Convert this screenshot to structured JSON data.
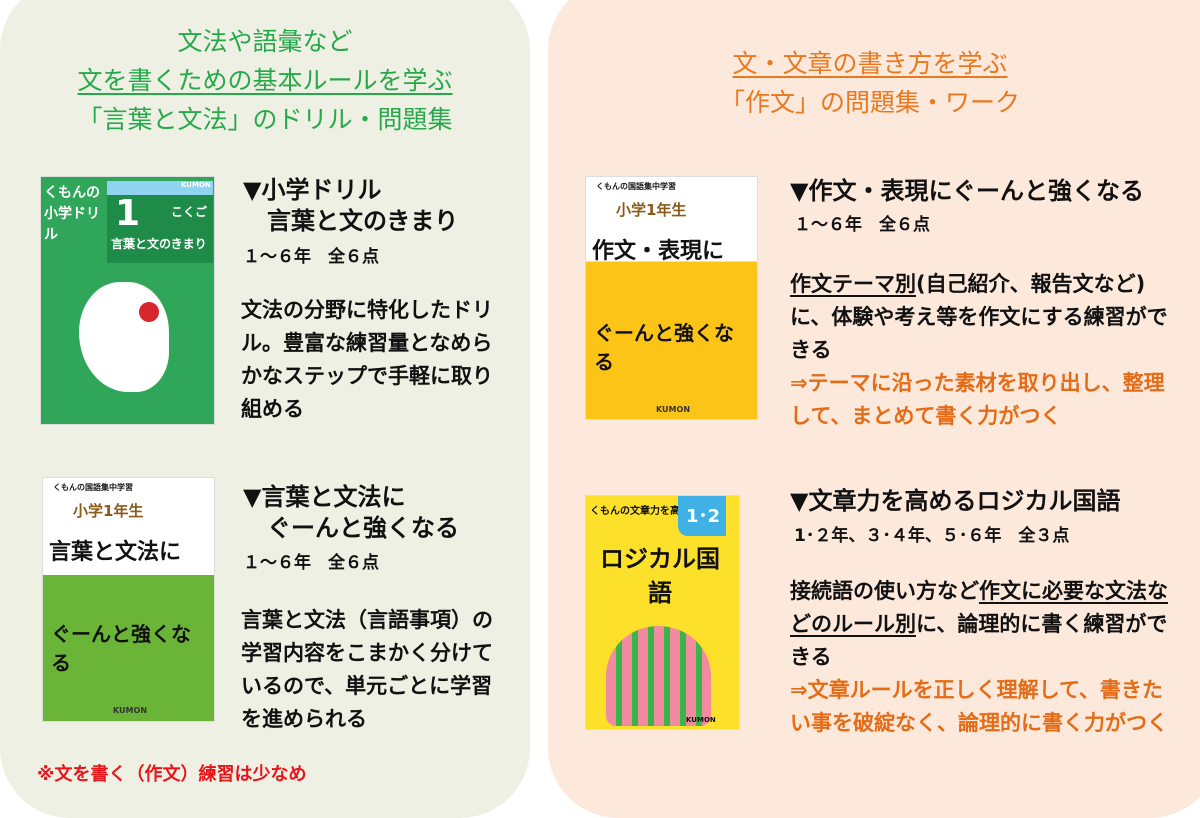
{
  "colors": {
    "left_accent": "#27a94b",
    "right_accent": "#e9781e",
    "note": "#e8141a",
    "left_bg": "#eff0e4",
    "right_bg": "#fde9dc"
  },
  "left": {
    "heading": [
      "文法や語彙など",
      "文を書くための基本ルールを学ぶ",
      "「言葉と文法」のドリル・問題集"
    ],
    "books": [
      {
        "title": "▼小学ドリル\n　言葉と文のきまり",
        "sub": "１～６年　全６点",
        "desc": "文法の分野に特化したドリル。豊富な練習量となめらかなステップで手軽に取り組める",
        "cover": {
          "series": "くもんの小学ドリル",
          "grade": "1",
          "subject": "こくご",
          "name": "言葉と文のきまり",
          "brand": "KUMON"
        }
      },
      {
        "title": "▼言葉と文法に\n　ぐーんと強くなる",
        "sub": "１～６年　全６点",
        "desc": "言葉と文法（言語事項）の学習内容をこまかく分けているので、単元ごとに学習を進められる",
        "cover": {
          "series": "くもんの国語集中学習",
          "grade": "小学1年生",
          "name": "言葉と文法に",
          "tag": "ぐーんと強くなる",
          "brand": "KUMON"
        }
      }
    ],
    "note": "※文を書く（作文）練習は少なめ"
  },
  "right": {
    "heading": [
      "文・文章の書き方を学ぶ",
      "「作文」の問題集・ワーク"
    ],
    "books": [
      {
        "title": "▼作文・表現にぐーんと強くなる",
        "sub": "１～６年　全６点",
        "desc_underlined": "作文テーマ別",
        "desc": "(自己紹介、報告文など)に、体験や考え等を作文にする練習ができる",
        "result": "⇒テーマに沿った素材を取り出し、整理して、まとめて書く力がつく",
        "cover": {
          "series": "くもんの国語集中学習",
          "grade": "小学1年生",
          "name": "作文・表現に",
          "tag": "ぐーんと強くなる",
          "brand": "KUMON"
        }
      },
      {
        "title": "▼文章力を高めるロジカル国語",
        "sub": "1･２年、３･４年、５･６年　全３点",
        "desc_pre": "接続語の使い方など",
        "desc_underlined": "作文に必要な文法などのルール別",
        "desc": "に、論理的に書く練習ができる",
        "result": "⇒文章ルールを正しく理解して、書きたい事を破綻なく、論理的に書く力がつく",
        "cover": {
          "series": "くもんの文章力を高める",
          "grade": "1･2",
          "name": "ロジカル国語",
          "brand": "KUMON"
        }
      }
    ]
  }
}
